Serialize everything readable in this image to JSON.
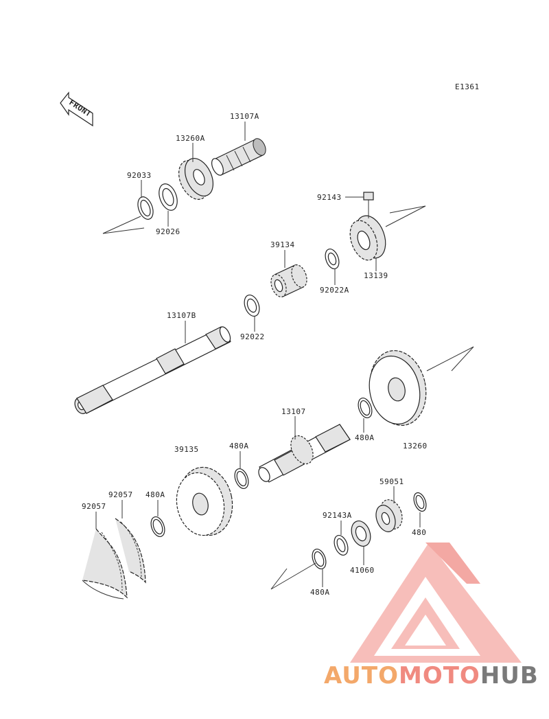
{
  "diagram_code": "E1361",
  "front_label": "FRONT",
  "parts": {
    "p13107A": "13107A",
    "p13260A": "13260A",
    "p92033": "92033",
    "p92026": "92026",
    "p92143": "92143",
    "p13139": "13139",
    "p39134": "39134",
    "p92022A": "92022A",
    "p92022": "92022",
    "p13107B": "13107B",
    "p13107": "13107",
    "p480A_a": "480A",
    "p13260": "13260",
    "p39135": "39135",
    "p480A_b": "480A",
    "p480A_c": "480A",
    "p92057_a": "92057",
    "p92057_b": "92057",
    "p59051": "59051",
    "p92143A": "92143A",
    "p480": "480",
    "p41060": "41060",
    "p480A_d": "480A"
  },
  "watermark": {
    "part1": "AUTO",
    "part2": "MOTO",
    "part3": "HUB",
    "color1": "#f3a86a",
    "color2": "#f08a80",
    "color3": "#7a7a7a",
    "logo_color": "#f29a94"
  }
}
